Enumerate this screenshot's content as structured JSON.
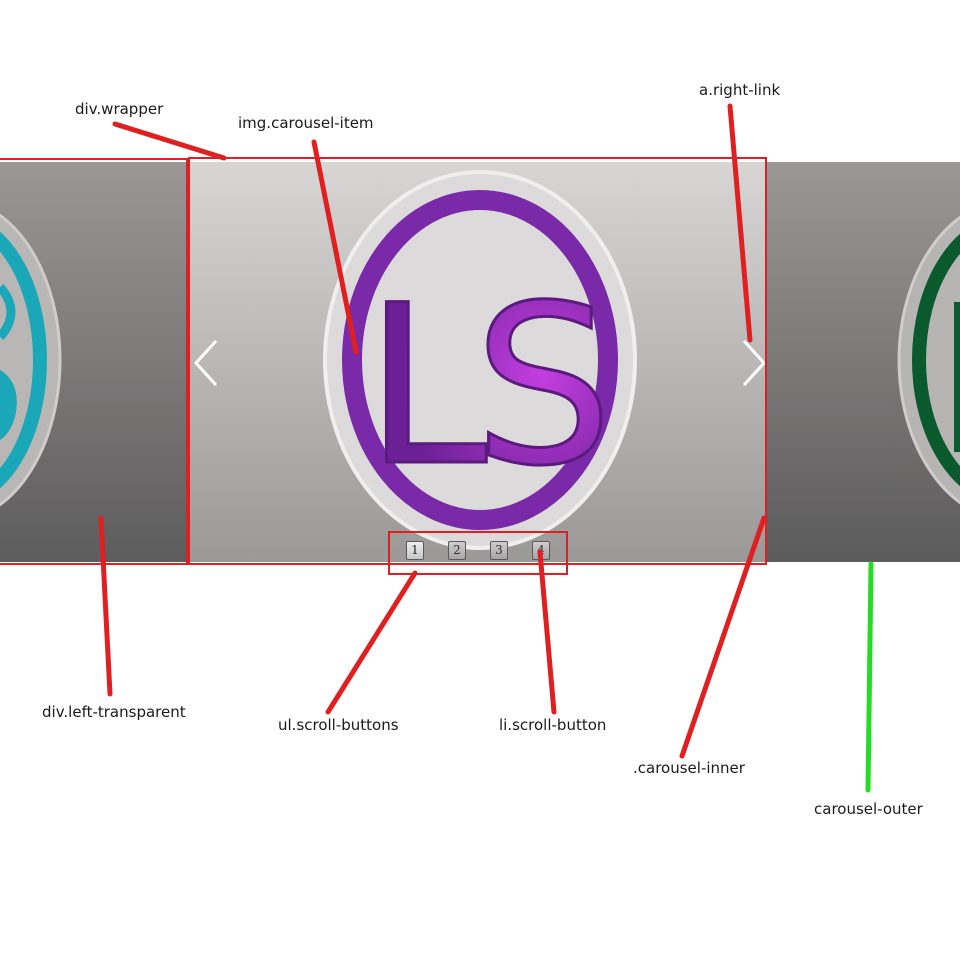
{
  "labels": {
    "wrapper": "div.wrapper",
    "carousel_item": "img.carousel-item",
    "right_link": "a.right-link",
    "left_transparent": "div.left-transparent",
    "scroll_buttons": "ul.scroll-buttons",
    "scroll_button": "li.scroll-button",
    "carousel_inner": ".carousel-inner",
    "carousel_outer": "carousel-outer"
  },
  "logo_text": "LS",
  "scroll_buttons": [
    "1",
    "2",
    "3",
    "4"
  ],
  "active_button": "1",
  "colors": {
    "annotation_red": "#e02020",
    "annotation_green": "#22dd22",
    "logo_purple": "#7a2aa8",
    "logo_teal": "#1aa8b8",
    "logo_green": "#0b5a2e"
  },
  "icons": {
    "left_arrow": "chevron-left-icon",
    "right_arrow": "chevron-right-icon"
  }
}
